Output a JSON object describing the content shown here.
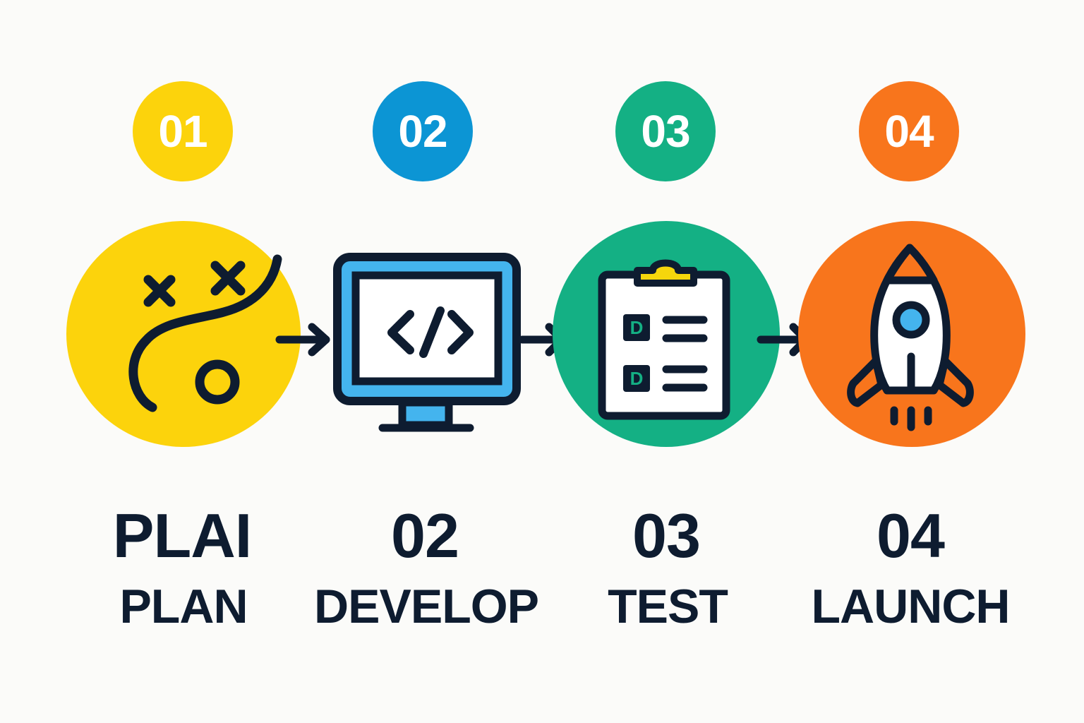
{
  "diagram": {
    "type": "process-flow",
    "steps": [
      {
        "number": "01",
        "top_label": "PLAI",
        "name": "PLAN",
        "color": "#fcd30c",
        "icon": "strategy-play-icon"
      },
      {
        "number": "02",
        "top_label": "02",
        "name": "DEVELOP",
        "color": "#0c95d4",
        "icon": "monitor-code-icon"
      },
      {
        "number": "03",
        "top_label": "03",
        "name": "TEST",
        "color": "#14b084",
        "icon": "clipboard-checklist-icon"
      },
      {
        "number": "04",
        "top_label": "04",
        "name": "LAUNCH",
        "color": "#f8751c",
        "icon": "rocket-icon"
      }
    ],
    "colors": {
      "ink": "#0e1c30",
      "background": "#fbfbf9",
      "accent_blue": "#44b4ee",
      "clip_yellow": "#f5d60c"
    }
  }
}
